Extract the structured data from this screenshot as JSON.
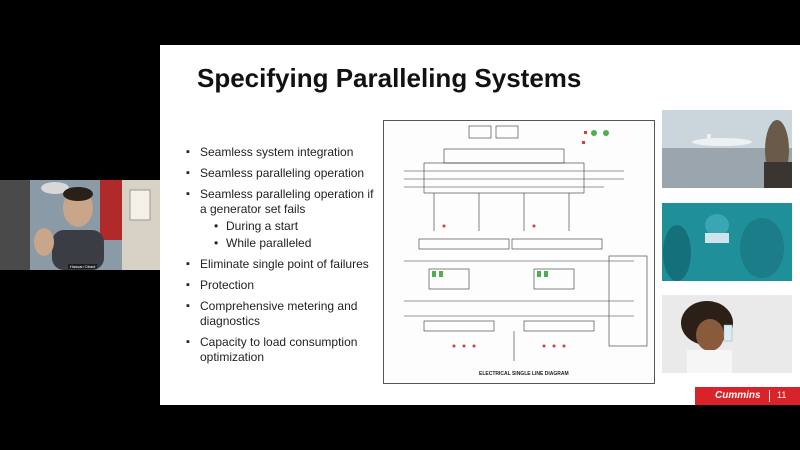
{
  "slide": {
    "title": "Specifying Paralleling Systems",
    "bullets": [
      "Seamless system integration",
      "Seamless paralleling operation",
      "Seamless paralleling operation if a generator set fails",
      "Eliminate single point of failures",
      "Protection",
      "Comprehensive metering and diagnostics",
      "Capacity to load consumption optimization"
    ],
    "sub_bullets": [
      "During a start",
      "While paralleled"
    ],
    "diagram_caption": "ELECTRICAL SINGLE LINE DIAGRAM",
    "brand": "Cummins",
    "page_number": "11"
  },
  "photos": [
    "airport-photo",
    "surgery-photo",
    "child-drinking-photo"
  ],
  "webcam": {
    "name_tag": "Hassan Obaid"
  },
  "colors": {
    "brand_red": "#d8232a",
    "background": "#000000",
    "slide_bg": "#ffffff"
  }
}
